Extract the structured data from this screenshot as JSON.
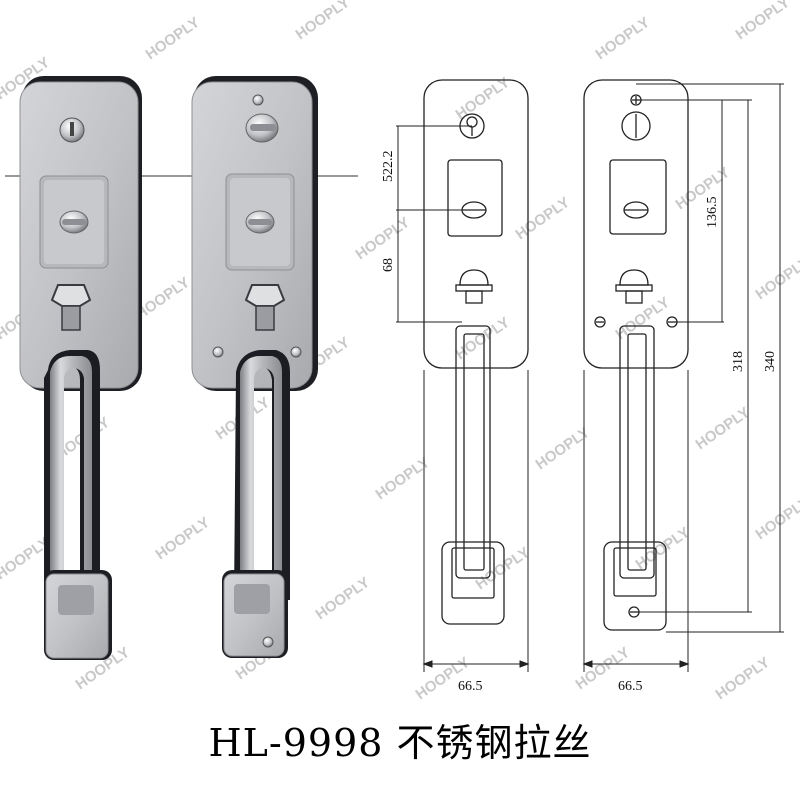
{
  "caption": "HL-9998 不锈钢拉丝",
  "watermark": "HOOPLY",
  "dimensions": {
    "top_offset": "522.2",
    "lower_offset": "68",
    "right_upper": "136.5",
    "right_mid": "318",
    "right_full": "340",
    "width_left": "66.5",
    "width_right": "66.5"
  },
  "colors": {
    "steel_light": "#e6e6e8",
    "steel_mid": "#b9bbbf",
    "steel_dark": "#8c8e93",
    "edge_dark": "#1e1f24",
    "line": "#222222"
  }
}
